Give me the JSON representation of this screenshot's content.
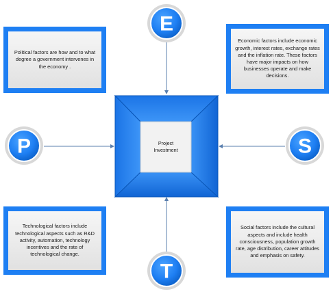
{
  "center": {
    "label": "Project\nInvestment"
  },
  "circles": {
    "e": {
      "letter": "E"
    },
    "p": {
      "letter": "P"
    },
    "s": {
      "letter": "S"
    },
    "t": {
      "letter": "T"
    }
  },
  "boxes": {
    "political": "Political factors are how and to what degree a government intervenes in the economy .",
    "economic": "Economic factors include economic growth, interest rates, exchange rates and the inflation rate. These factors have major impacts on how businesses operate and make decisions.",
    "technological": "Technological factors include technological aspects such as R&D activity, automation, technology incentives and the rate of technological change.",
    "social": "Social factors include the cultural aspects and include health consciousness, population growth rate, age distribution, career attitudes and emphasis on safety."
  },
  "colors": {
    "blue": "#1e7ff3",
    "blue_dark": "#0a5ec6",
    "circle_ring": "#d8d8d8",
    "connector": "#5a7fae",
    "box_gray": "#e6e6e6"
  }
}
